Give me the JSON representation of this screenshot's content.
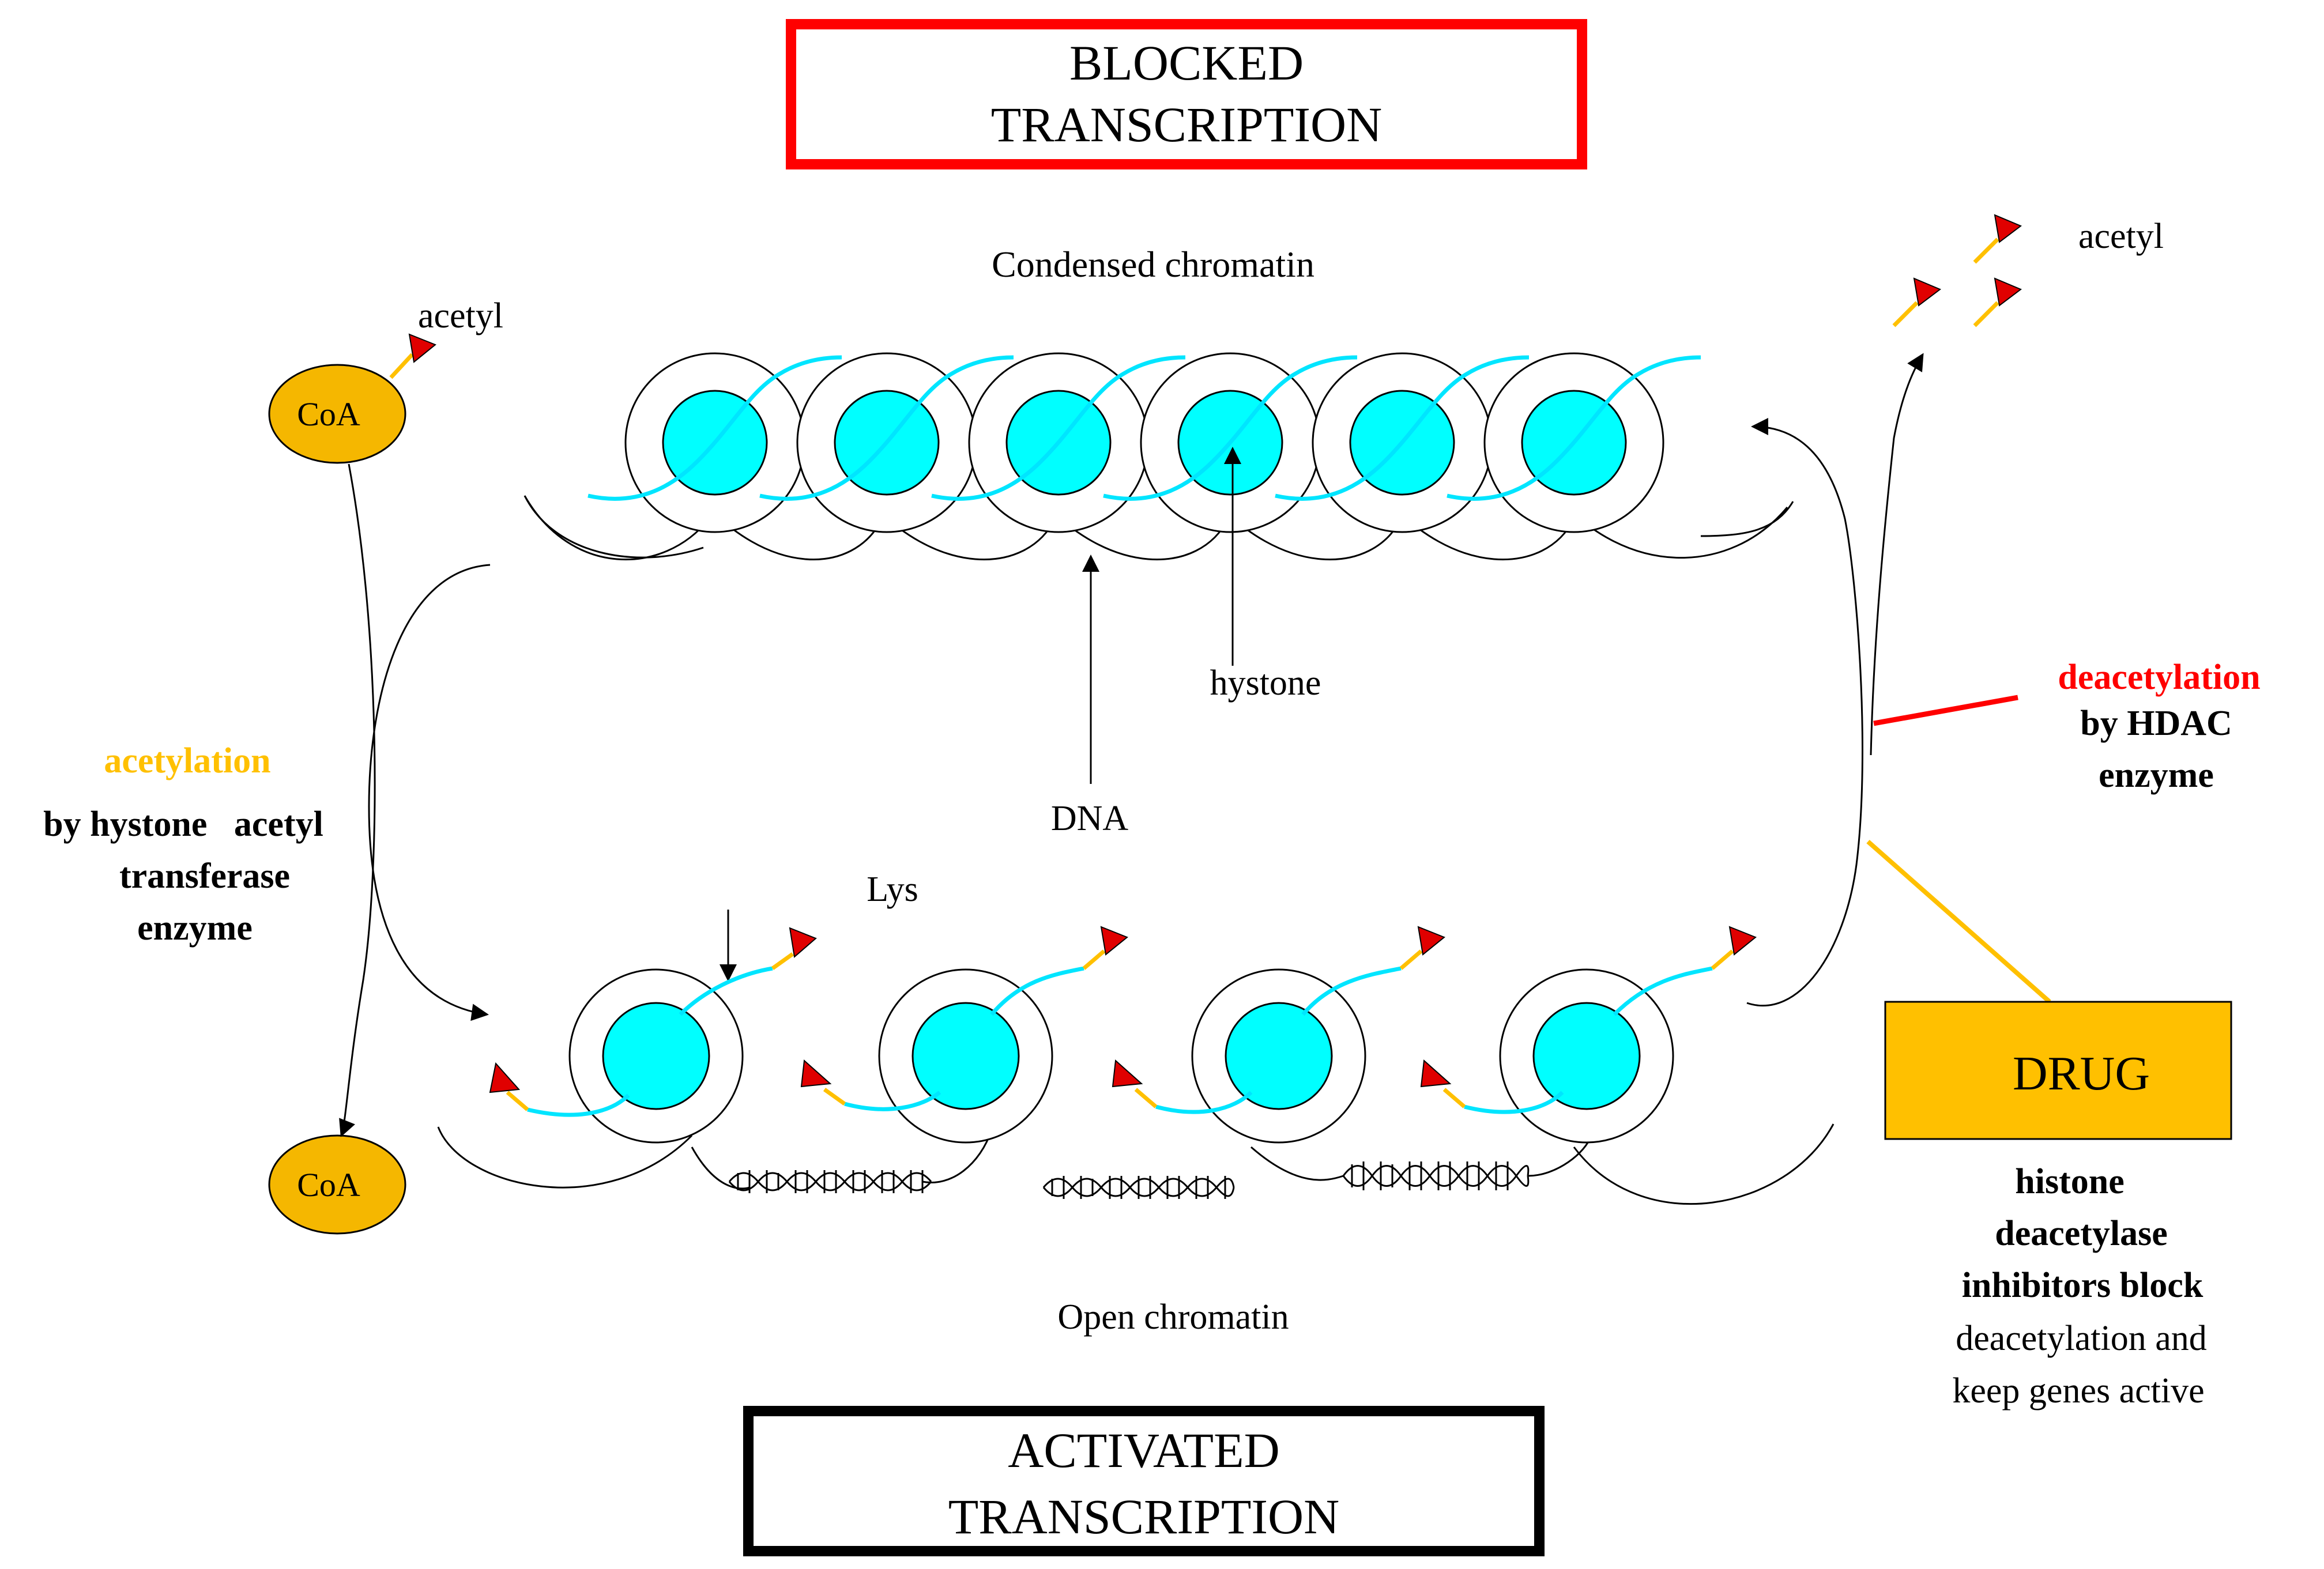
{
  "boxes": {
    "blocked": {
      "line1": "BLOCKED",
      "line2": "TRANSCRIPTION"
    },
    "activated": {
      "line1": "ACTIVATED",
      "line2": "TRANSCRIPTION"
    },
    "drug": "DRUG"
  },
  "labels": {
    "condensed": "Condensed chromatin",
    "open": "Open chromatin",
    "hystone": "hystone",
    "dna": "DNA",
    "lys": "Lys",
    "acetyl_left": "acetyl",
    "acetyl_right": "acetyl",
    "coa_top": "CoA",
    "coa_bottom": "CoA"
  },
  "acetylation": {
    "title": "acetylation",
    "line1": "by hystone   acetyl",
    "line2": "transferase",
    "line3": "enzyme"
  },
  "deacetylation": {
    "title": "deacetylation",
    "line1": "by HDAC",
    "line2": "enzyme"
  },
  "drug_note": {
    "bold1": "histone",
    "bold2": "deacetylase",
    "bold3": "inhibitors block",
    "plain1": "deacetylation and",
    "plain2": "keep genes active"
  },
  "colors": {
    "blocked_border": "#ff0000",
    "activated_border": "#000000",
    "drug_fill": "#ffc000",
    "coa_fill": "#f5b700",
    "histone_fill": "#00ffff",
    "dna_strand": "#00e5ff",
    "acetyl_flag": "#e00000",
    "acetyl_stem": "#ffc000",
    "acetylation_text": "#ffc000",
    "deacetylation_text": "#ff0000",
    "inhibit_line_red": "#ff0000",
    "inhibit_line_yellow": "#ffc000"
  }
}
